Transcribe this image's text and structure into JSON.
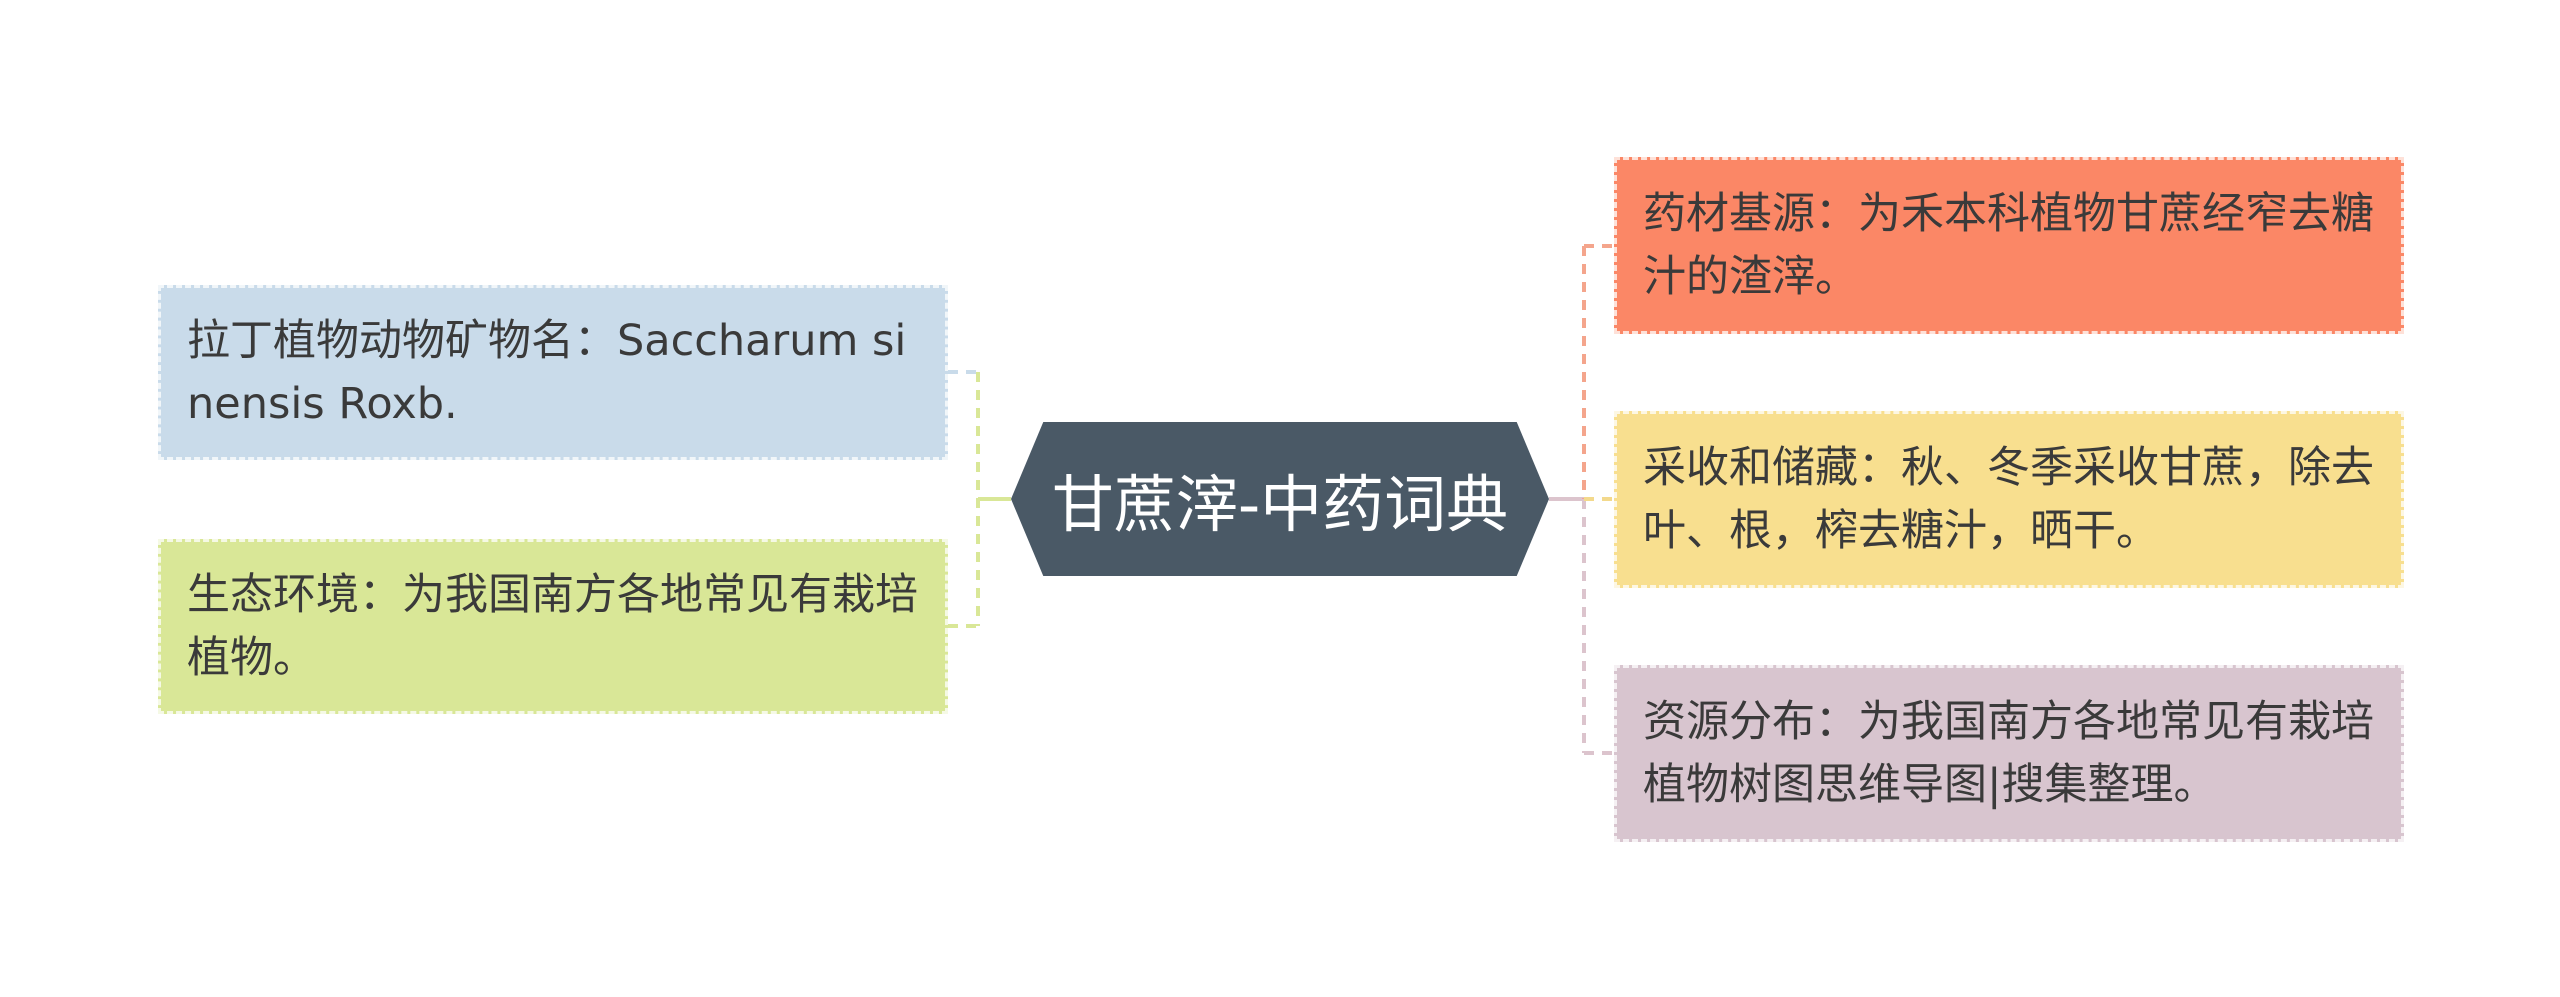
{
  "center": {
    "title": "甘蔗滓-中药词典",
    "color": "#4a5966"
  },
  "left_nodes": [
    {
      "text": "拉丁植物动物矿物名：Saccharum sinensis Roxb.",
      "color": "#c9dbea",
      "line_color": "#c9dbea"
    },
    {
      "text": "生态环境：为我国南方各地常见有栽培植物。",
      "color": "#d9e797",
      "line_color": "#d9e797"
    }
  ],
  "right_nodes": [
    {
      "text": "药材基源：为禾本科植物甘蔗经窄去糖汁的渣滓。",
      "color": "#fb8766",
      "line_color": "#f4a58c"
    },
    {
      "text": "采收和储藏：秋、冬季采收甘蔗，除去叶、根，榨去糖汁，晒干。",
      "color": "#f8df8f",
      "line_color": "#f3d98c"
    },
    {
      "text": "资源分布：为我国南方各地常见有栽培植物树图思维导图|搜集整理。",
      "color": "#d8c5cf",
      "line_color": "#dcc4cd"
    }
  ]
}
